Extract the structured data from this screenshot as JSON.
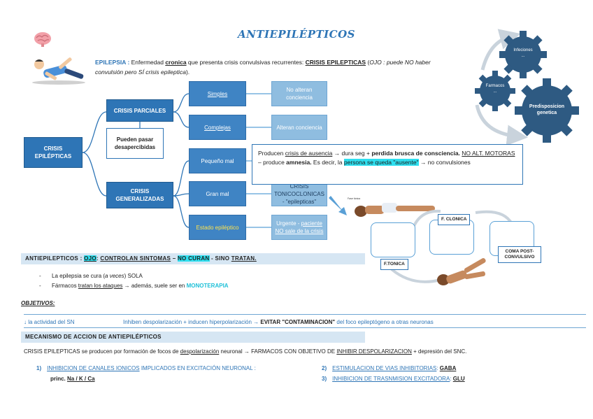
{
  "title": "ANTIEPILÉPTICOS",
  "intro": {
    "label": "EPILEPSIA :",
    "t1": " Enfermedad ",
    "cronica": "cronica",
    "t2": " que presenta crisis convulsivas recurrentes: ",
    "crisis": "CRISIS EPILEPTICAS",
    "t3": " (",
    "ojo": "OJO : puede NO haber convulsión pero SÍ crisis epileptica",
    "t4": ")."
  },
  "gears": {
    "g1": "Infeciones",
    "g1_dots": "...",
    "g2": "Farmacos",
    "g2_dots": "...",
    "g3": "Predisposicion genetica"
  },
  "map": {
    "root": "CRISIS EPILÉPTICAS",
    "parciales": "CRISIS PARCIALES",
    "pueden": "Pueden pasar desapercibidas",
    "generalizadas": "CRISIS GENERALIZADAS",
    "simples": "Simples",
    "complejas": "Complejas",
    "pequeno": "Pequeño mal",
    "gran": "Gran mal",
    "estado": "Estado epiléptico",
    "simples_desc": "No alteran conciencia",
    "complejas_desc": "Alteran conciencia",
    "gran_desc1": "CRISIS TONICOCLONICAS",
    "gran_desc2": "- \"epilepticas\"",
    "estado_desc1": "Urgente - ",
    "estado_desc2": "paciente NO sale de la crisis"
  },
  "ausencia": {
    "a1": "Producen ",
    "a2": "crisis de ausencia",
    "a3": " → dura seg + ",
    "a4": "perdida brusca de consciencia.",
    "a5": " ",
    "a6": "NO ALT. MOTORAS",
    "a7": " – produce ",
    "a8": "amnesia.",
    "a9": " Es decir, la ",
    "a10": "persona se queda \"ausente\"",
    "a11": " → no convulsiones"
  },
  "tonic": {
    "label_top": "Fase tónica",
    "clonica": "F. CLONICA",
    "tonica": "F.TONICA",
    "coma": "COMA POST-CONVULSIVO"
  },
  "antiep_bar": {
    "p1": "ANTIEPILEPTICOS : ",
    "p2": "OJO",
    "p3": ": ",
    "p4": "CONTROLAN SINTOMAS",
    "p5": " – ",
    "p6": "NO CURAN",
    "p7": " - SINO ",
    "p8": "TRATAN."
  },
  "bullets": {
    "dash": "-",
    "b1a": "La epilepsia se cura (",
    "b1b": "a veces",
    "b1c": ") SOLA",
    "b2a": "Fármacos ",
    "b2b": "tratan los ataques",
    "b2c": " → además, suele ser en ",
    "b2d": "MONOTERAPIA"
  },
  "objetivos": {
    "label": "OBJETIVOS:",
    "o1": "↓ la actividad del SN",
    "o2a": "Inhiben despolarización + inducen hiperpolarización → ",
    "o2b": "EVITAR \"CONTAMINACION\"",
    "o2c": " del foco epileptógeno a otras neuronas"
  },
  "mecanismo": {
    "bar": "MECANISMO DE ACCION DE ANTIEPILÉPTICOS",
    "l1a": "CRISIS EPILEPTICAS se producen por formación de focos de ",
    "l1b": "despolarización",
    "l1c": " neuronal → FARMACOS CON OBJETIVO DE ",
    "l1d": "INHIBIR DESPOLARIZACION",
    "l1e": " + depresión del SNC.",
    "n1": "1)",
    "i1a": "INHIBICION DE CANALES IONICOS",
    "i1b": " IMPLICADOS EN EXCITACIÓN NEURONAL :",
    "princ": "princ. ",
    "ions": "Na / K / Ca",
    "n2": "2)",
    "i2a": "ESTIMULACION DE VIAS INHIBITORIAS",
    "i2b": ": ",
    "i2c": "GABA",
    "n3": "3)",
    "i3a": "INHIBICION DE TRASNMISION EXCITADORA",
    "i3b": ": ",
    "i3c": "GLU"
  }
}
